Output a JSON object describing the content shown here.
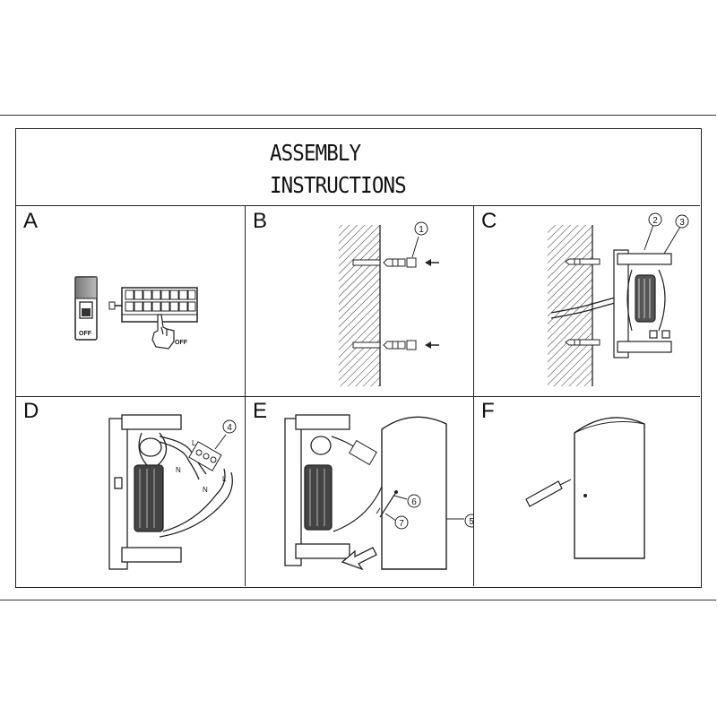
{
  "title": {
    "line1": "ASSEMBLY",
    "line2": "INSTRUCTIONS"
  },
  "panels": [
    {
      "letter": "A",
      "labels": {
        "switch_off": "OFF",
        "hand_off": "OFF"
      }
    },
    {
      "letter": "B",
      "labels": {
        "part": "1"
      }
    },
    {
      "letter": "C",
      "labels": {
        "part_a": "2",
        "part_b": "3"
      }
    },
    {
      "letter": "D",
      "labels": {
        "part": "4",
        "l1": "L",
        "n1": "N",
        "n2": "N",
        "l2": "L"
      }
    },
    {
      "letter": "E",
      "labels": {
        "part_a": "6",
        "part_b": "7",
        "part_c": "5"
      }
    },
    {
      "letter": "F",
      "labels": {}
    }
  ]
}
